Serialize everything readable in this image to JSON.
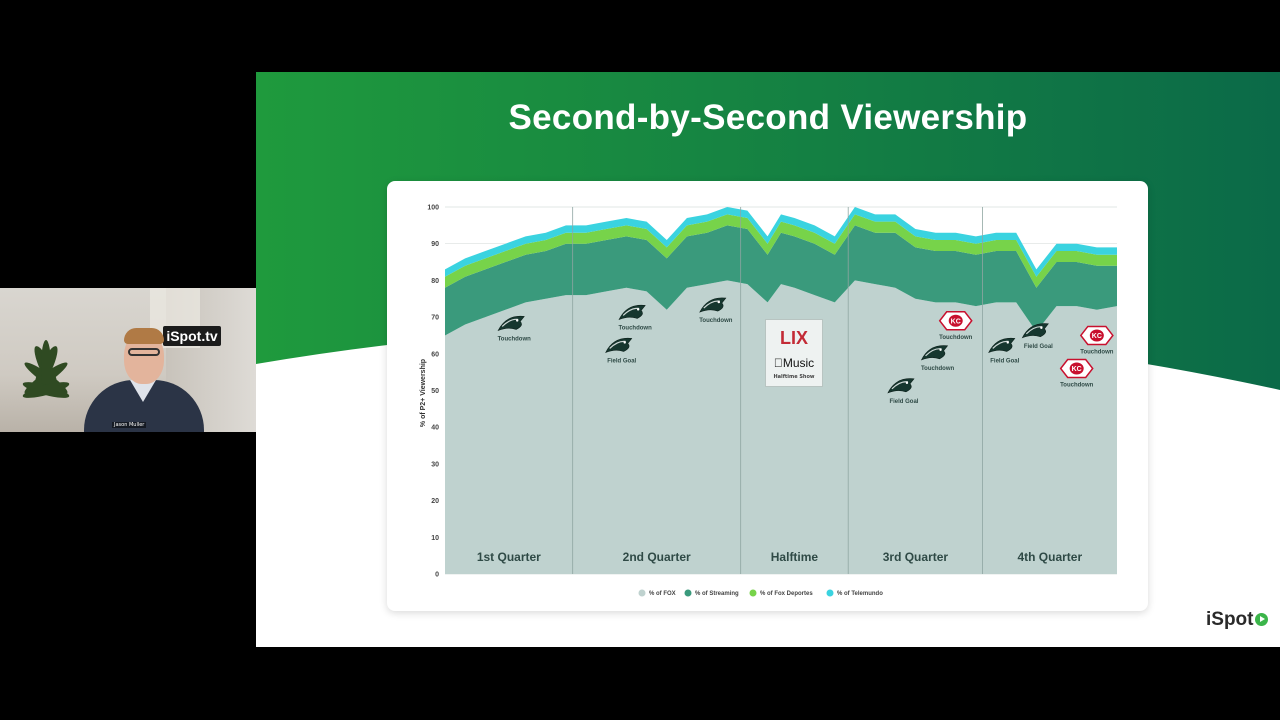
{
  "webcam": {
    "participant_name": "Jason Muller",
    "sign_text": "iSpot.tv"
  },
  "slide": {
    "title": "Second-by-Second Viewership",
    "brand_logo": "iSpot",
    "halftime_sponsor": {
      "event_mark": "LIX",
      "sponsor": "Music",
      "caption": "Halftime Show"
    },
    "colors": {
      "gradient_start": "#1f9a3d",
      "gradient_end": "#0b6a48",
      "fox": "#bfd2cf",
      "streaming": "#3a9a7c",
      "fox_deportes": "#77d34a",
      "telemundo": "#3ad3e0"
    }
  },
  "chart_data": {
    "type": "area",
    "title": "",
    "xlabel": "",
    "ylabel": "% of P2+ Viewership",
    "ylim": [
      0,
      100
    ],
    "yticks": [
      0,
      10,
      20,
      30,
      40,
      50,
      60,
      70,
      80,
      90,
      100
    ],
    "grid": true,
    "legend_position": "bottom",
    "segments": [
      "1st Quarter",
      "2nd Quarter",
      "Halftime",
      "3rd Quarter",
      "4th Quarter"
    ],
    "x": [
      0,
      3,
      6,
      9,
      12,
      15,
      18,
      21,
      24,
      27,
      30,
      33,
      36,
      39,
      42,
      45,
      48,
      50,
      52,
      55,
      58,
      61,
      64,
      67,
      70,
      73,
      76,
      79,
      82,
      85,
      88,
      91,
      94,
      97,
      100
    ],
    "series": [
      {
        "name": "% of FOX",
        "values": [
          65,
          68,
          70,
          72,
          74,
          75,
          76,
          76,
          77,
          78,
          77,
          72,
          78,
          79,
          80,
          79,
          74,
          79,
          78,
          76,
          74,
          80,
          79,
          78,
          75,
          74,
          74,
          73,
          74,
          74,
          66,
          73,
          73,
          72,
          73
        ]
      },
      {
        "name": "% of Streaming",
        "values": [
          13,
          13,
          13,
          13,
          13,
          13,
          14,
          14,
          14,
          14,
          14,
          14,
          14,
          14,
          15,
          15,
          13,
          14,
          14,
          14,
          13,
          15,
          14,
          15,
          14,
          14,
          14,
          14,
          14,
          14,
          12,
          12,
          12,
          12,
          11
        ]
      },
      {
        "name": "% of Fox Deportes",
        "values": [
          3,
          3,
          3,
          3,
          3,
          3,
          3,
          3,
          3,
          3,
          3,
          3,
          3,
          3,
          3,
          3,
          3,
          3,
          3,
          3,
          3,
          3,
          3,
          3,
          3,
          3,
          3,
          3,
          3,
          3,
          3,
          3,
          3,
          3,
          3
        ]
      },
      {
        "name": "% of Telemundo",
        "values": [
          2,
          2,
          2,
          2,
          2,
          2,
          2,
          2,
          2,
          2,
          2,
          2,
          2,
          2,
          2,
          2,
          2,
          2,
          2,
          2,
          2,
          2,
          2,
          2,
          2,
          2,
          2,
          2,
          2,
          2,
          2,
          2,
          2,
          2,
          2
        ]
      }
    ],
    "annotations": [
      {
        "team": "eagles",
        "label": "Touchdown",
        "x": 10,
        "y": 68
      },
      {
        "team": "eagles",
        "label": "Field Goal",
        "x": 26,
        "y": 62
      },
      {
        "team": "eagles",
        "label": "Touchdown",
        "x": 28,
        "y": 71
      },
      {
        "team": "eagles",
        "label": "Touchdown",
        "x": 40,
        "y": 73
      },
      {
        "team": "eagles",
        "label": "Field Goal",
        "x": 68,
        "y": 51
      },
      {
        "team": "eagles",
        "label": "Touchdown",
        "x": 73,
        "y": 60
      },
      {
        "team": "chiefs",
        "label": "Touchdown",
        "x": 76,
        "y": 69
      },
      {
        "team": "eagles",
        "label": "Field Goal",
        "x": 83,
        "y": 62
      },
      {
        "team": "eagles",
        "label": "Field Goal",
        "x": 88,
        "y": 66
      },
      {
        "team": "chiefs",
        "label": "Touchdown",
        "x": 94,
        "y": 56
      },
      {
        "team": "chiefs",
        "label": "Touchdown",
        "x": 97,
        "y": 65
      }
    ]
  }
}
